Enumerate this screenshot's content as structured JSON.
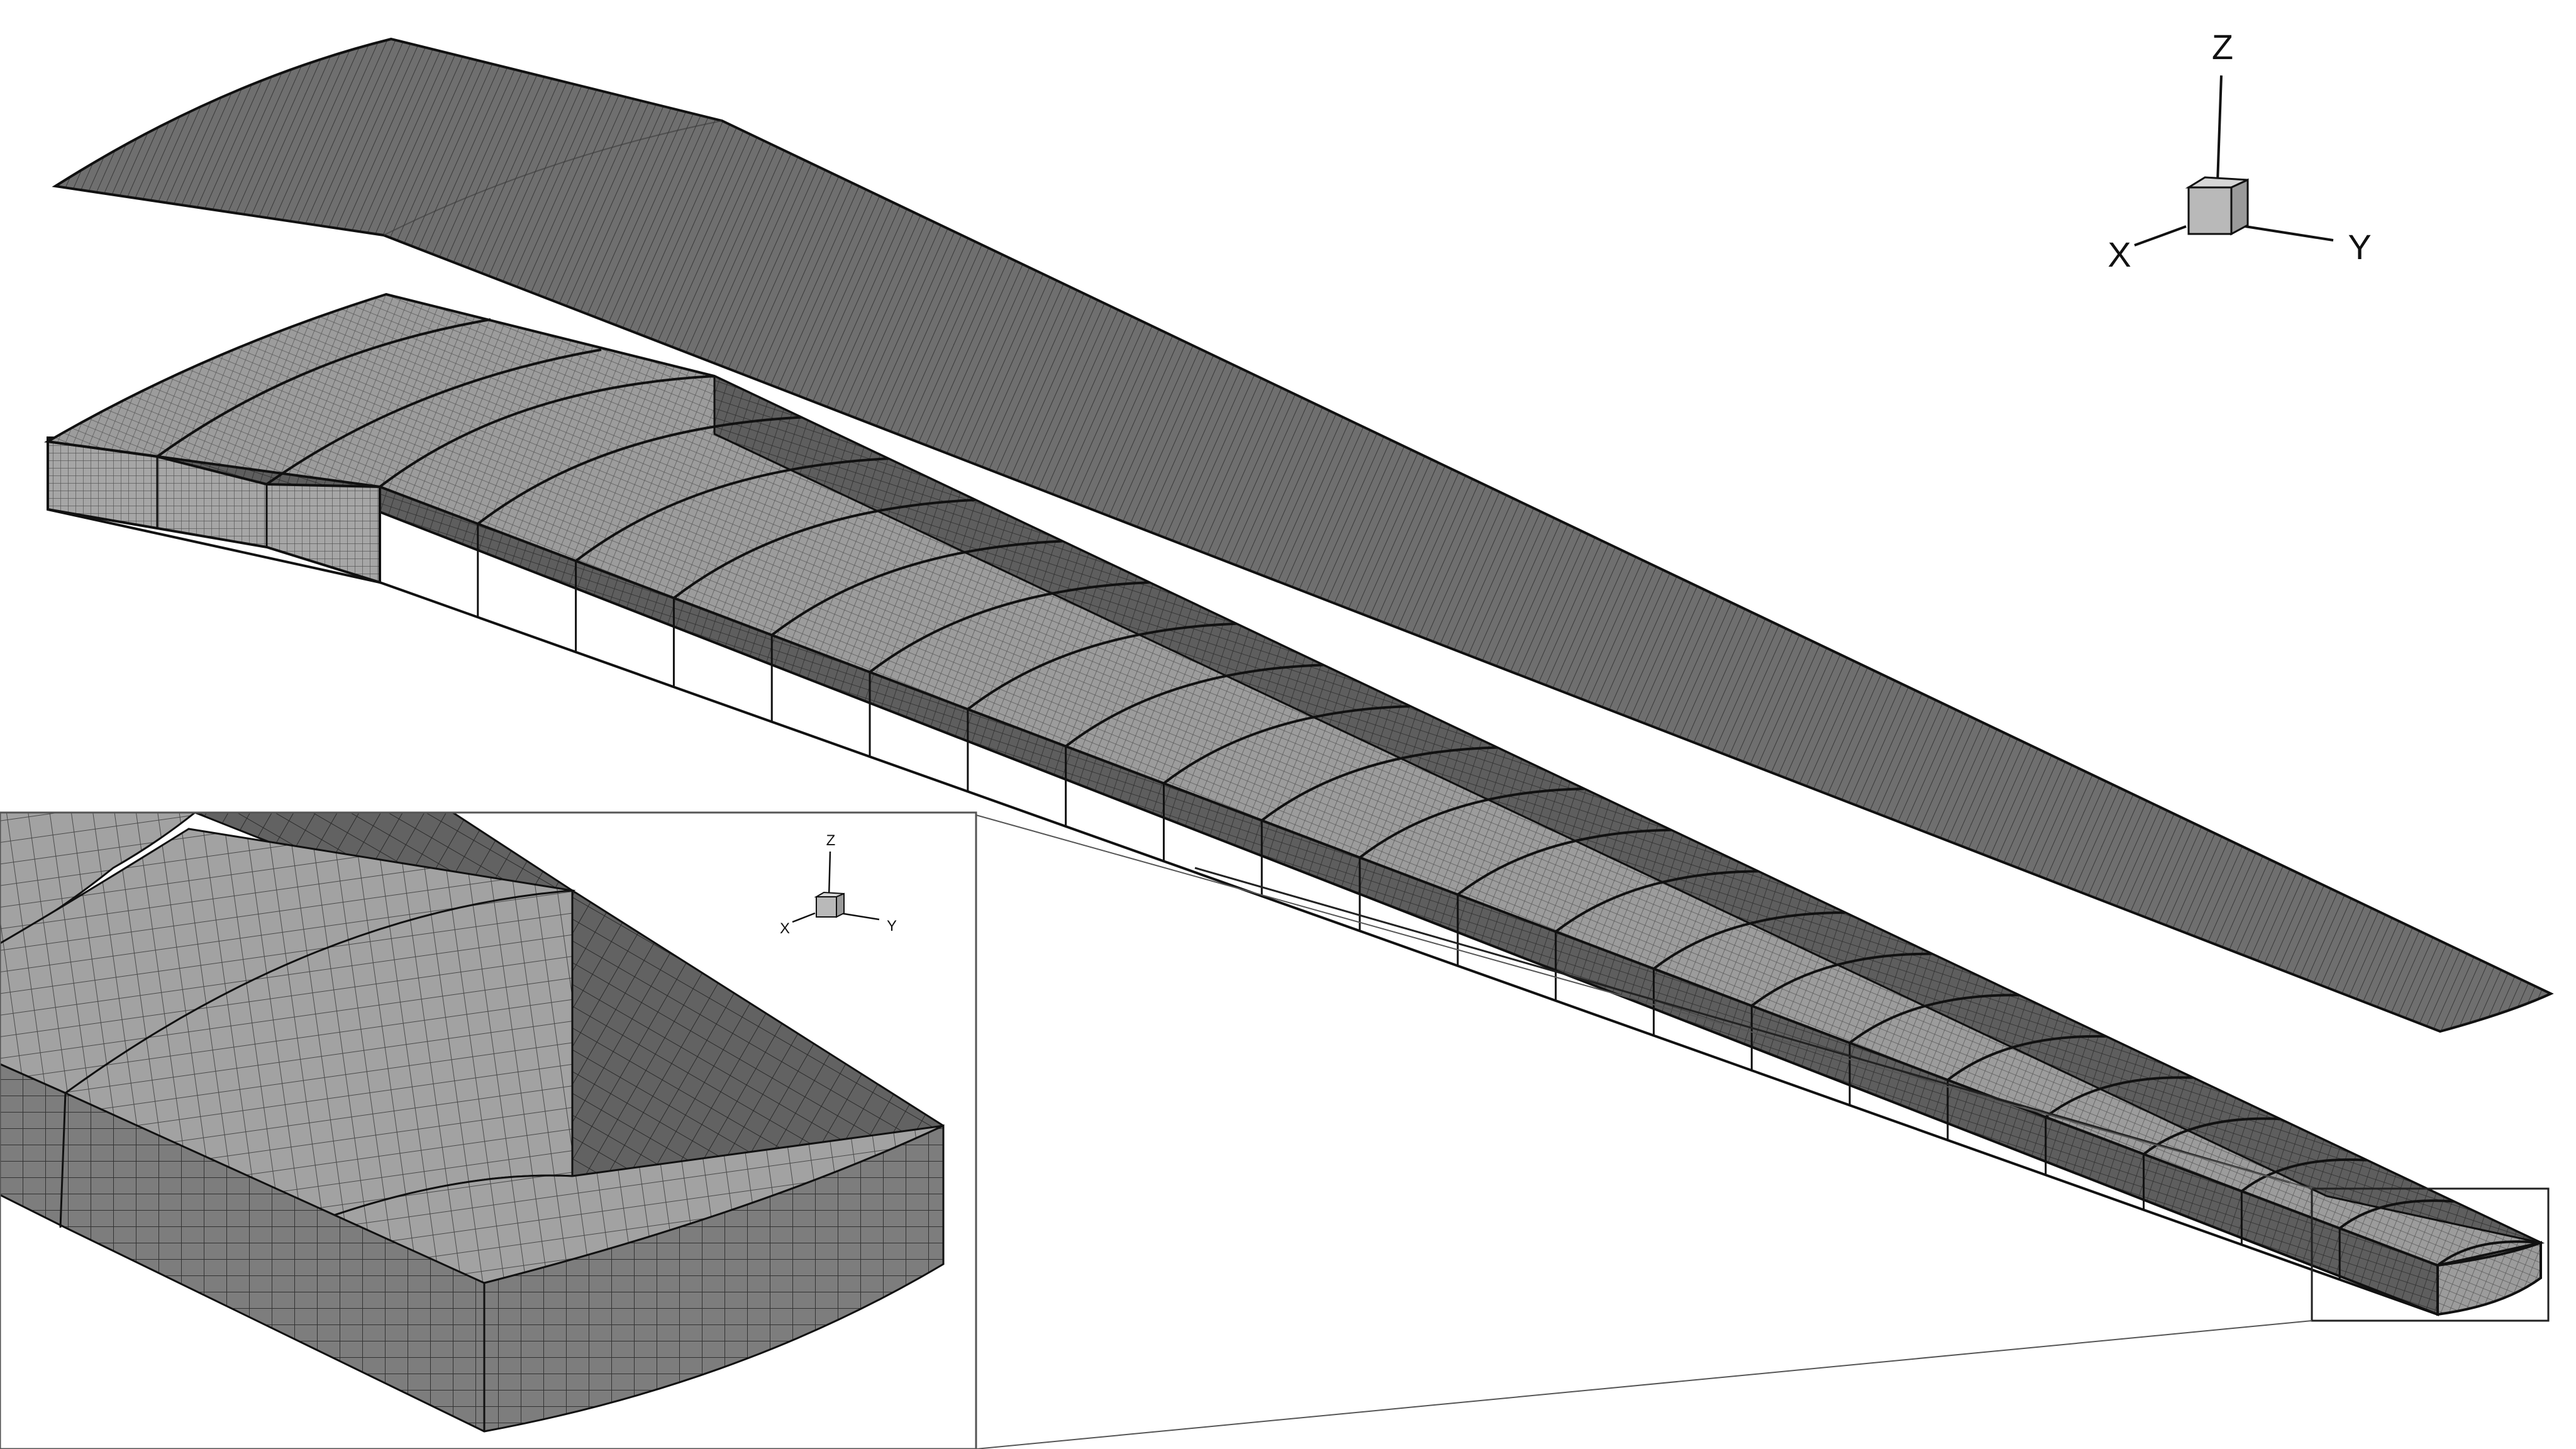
{
  "main_axis": {
    "z_label": "Z",
    "x_label": "X",
    "y_label": "Y"
  },
  "inset_axis": {
    "z_label": "Z",
    "x_label": "X",
    "y_label": "Y"
  },
  "colors": {
    "background": "#ffffff",
    "skin_fill": "#6f6f6f",
    "rib_top_fill": "#9a9a9a",
    "spar_dark_fill": "#5c5c5c",
    "root_face_fill": "#a4a4a4",
    "mesh_line": "#2a2a2a",
    "outline": "#111111",
    "inset_frame": "#555555",
    "triad_cube": "#b9b9b9"
  }
}
